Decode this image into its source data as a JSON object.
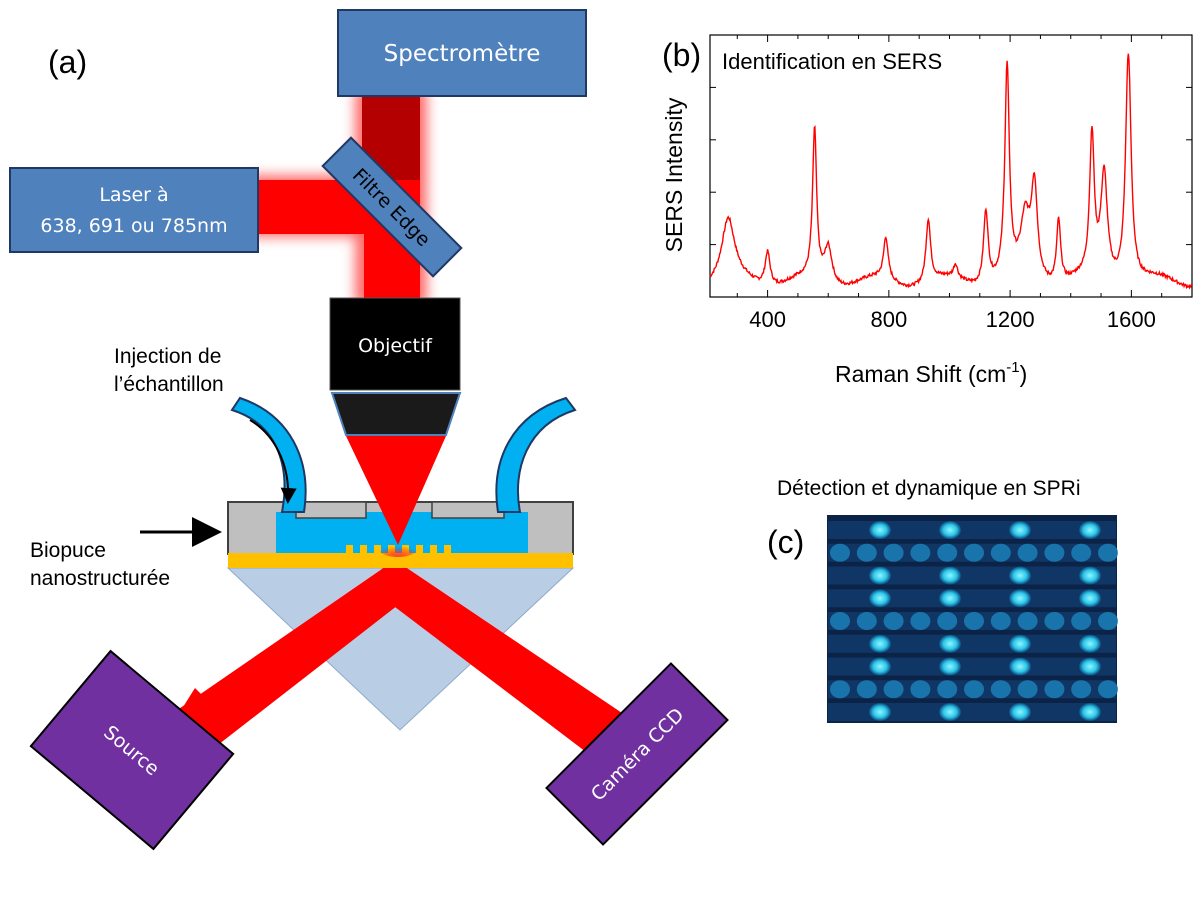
{
  "panel_a": {
    "label": "(a)",
    "spectrometer": "Spectromètre",
    "laser_line1": "Laser à",
    "laser_line2": "638, 691 ou 785nm",
    "filter": "Filtre Edge",
    "objective": "Objectif",
    "injection_line1": "Injection de",
    "injection_line2": "l’échantillon",
    "biochip_line1": "Biopuce",
    "biochip_line2": "nanostructurée",
    "source": "Source",
    "camera": "Caméra CCD",
    "colors": {
      "box_blue": "#4f81bd",
      "beam_red": "#ff0000",
      "beam_dark": "#b40000",
      "fluid": "#00b0f0",
      "gold": "#ffc000",
      "prism": "#b9cde5",
      "purple": "#7030a0",
      "gray": "#bfbfbf"
    }
  },
  "panel_b": {
    "label": "(b)",
    "title": "Identification en SERS",
    "chart_data": {
      "type": "line",
      "ylabel": "SERS Intensity",
      "xlabel_main": "Raman Shift (cm",
      "xlabel_sup": "-1",
      "xlabel_close": ")",
      "xlim": [
        210,
        1800
      ],
      "ylim": [
        0,
        1
      ],
      "xticks": [
        400,
        800,
        1200,
        1600
      ],
      "line_color": "#ff0000",
      "baseline": 0.055,
      "peaks": [
        {
          "x": 270,
          "h": 0.23,
          "w": 25
        },
        {
          "x": 400,
          "h": 0.13,
          "w": 10
        },
        {
          "x": 555,
          "h": 0.57,
          "w": 8
        },
        {
          "x": 600,
          "h": 0.14,
          "w": 15
        },
        {
          "x": 790,
          "h": 0.16,
          "w": 9
        },
        {
          "x": 930,
          "h": 0.24,
          "w": 9
        },
        {
          "x": 1020,
          "h": 0.05,
          "w": 8
        },
        {
          "x": 1120,
          "h": 0.28,
          "w": 9
        },
        {
          "x": 1190,
          "h": 0.8,
          "w": 9
        },
        {
          "x": 1250,
          "h": 0.22,
          "w": 18
        },
        {
          "x": 1280,
          "h": 0.35,
          "w": 12
        },
        {
          "x": 1360,
          "h": 0.24,
          "w": 8
        },
        {
          "x": 1470,
          "h": 0.53,
          "w": 9
        },
        {
          "x": 1510,
          "h": 0.4,
          "w": 13
        },
        {
          "x": 1590,
          "h": 0.88,
          "w": 11
        }
      ]
    }
  },
  "panel_c": {
    "label": "(c)",
    "title": "Détection et dynamique en SPRi"
  }
}
